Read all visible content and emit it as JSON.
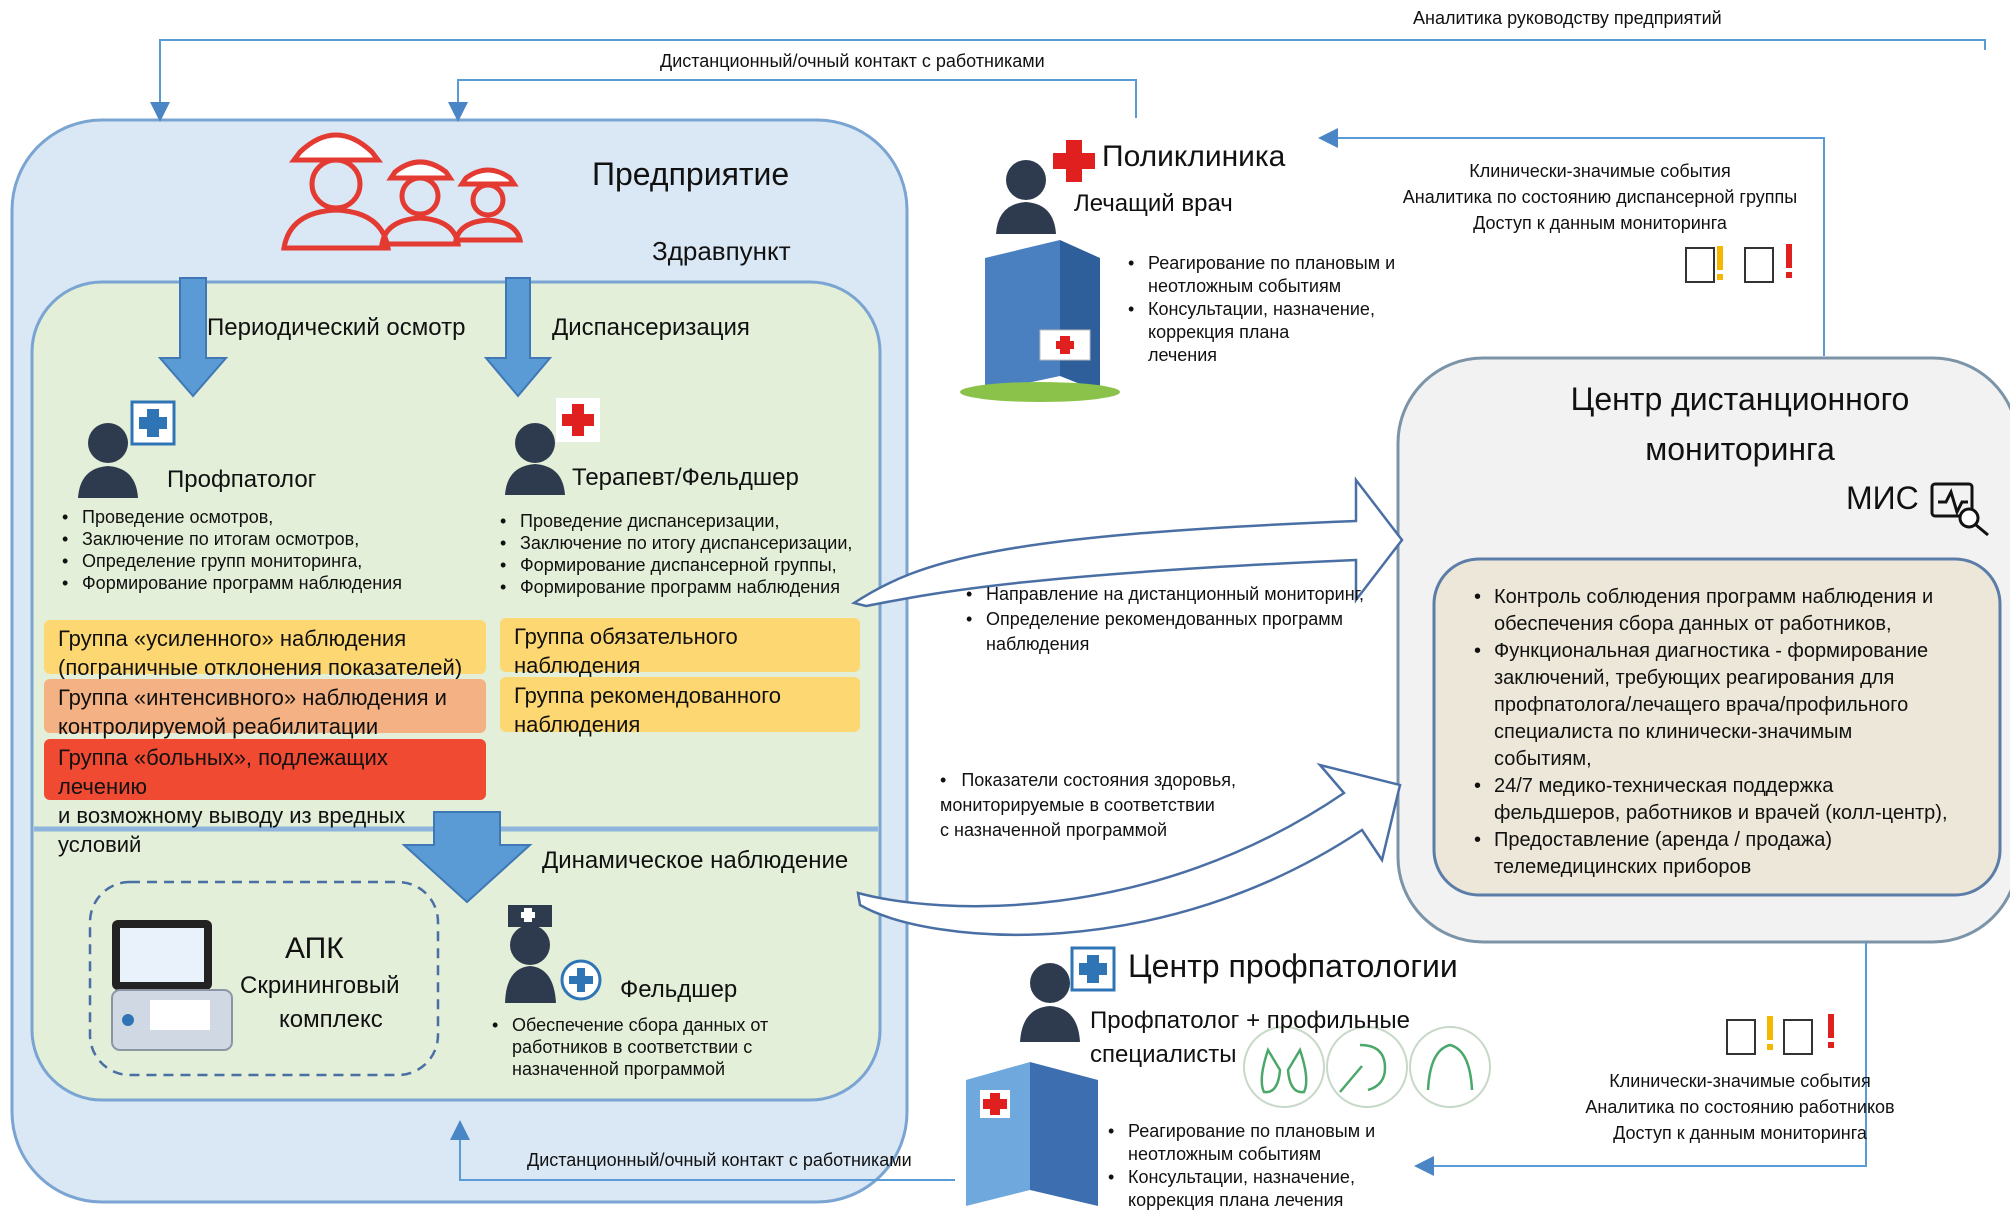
{
  "top_arrows": {
    "analytics_label": "Аналитика руководству предприятий",
    "contact_label_top": "Дистанционный/очный контакт с работниками",
    "contact_label_bottom": "Дистанционный/очный контакт с работниками"
  },
  "enterprise": {
    "title": "Предприятие",
    "subtitle": "Здравпункт",
    "arrow_left_label": "Периодический осмотр",
    "arrow_right_label": "Диспансеризация",
    "profpatolog": {
      "title": "Профпатолог",
      "bullets": [
        "Проведение осмотров,",
        "Заключение по итогам осмотров,",
        "Определение групп мониторинга,",
        "Формирование программ наблюдения"
      ]
    },
    "therapist": {
      "title": "Терапевт/Фельдшер",
      "bullets": [
        "Проведение диспансеризации,",
        "Заключение по итогу диспансеризации,",
        "Формирование диспансерной группы,",
        "Формирование программ наблюдения"
      ]
    },
    "groups_left": [
      {
        "line1": "Группа «усиленного» наблюдения",
        "line2": "(пограничные отклонения показателей)",
        "color": "#fdd772"
      },
      {
        "line1": "Группа «интенсивного» наблюдения и",
        "line2": "контролируемой реабилитации",
        "color": "#f4b183"
      },
      {
        "line1": "Группа «больных», подлежащих лечению",
        "line2": "и возможному выводу из вредных условий",
        "color": "#f04a33"
      }
    ],
    "groups_right": [
      {
        "line1": "Группа обязательного",
        "line2": "наблюдения",
        "color": "#fdd772"
      },
      {
        "line1": "Группа рекомендованного",
        "line2": "наблюдения",
        "color": "#fdd772"
      }
    ],
    "dynamic_label": "Динамическое наблюдение",
    "apk": {
      "title": "АПК",
      "line1": "Скрининговый",
      "line2": "комплекс"
    },
    "feldsher": {
      "title": "Фельдшер",
      "bullet_lines": [
        "Обеспечение сбора данных от",
        "работников в соответствии с",
        "назначенной программой"
      ]
    }
  },
  "polyclinic": {
    "title": "Поликлиника",
    "doctor": "Лечащий врач",
    "bullets": [
      [
        "Реагирование по плановым и",
        "неотложным событиям"
      ],
      [
        "Консультации, назначение,",
        "коррекция плана",
        "лечения"
      ]
    ],
    "right_lines": [
      "Клинически-значимые события",
      "Аналитика по состоянию диспансерной группы",
      "Доступ  к данным мониторинга"
    ]
  },
  "monitoring_center": {
    "title_line1": "Центр дистанционного",
    "title_line2": "мониторинга",
    "mis_label": "МИС",
    "items": [
      [
        "Контроль соблюдения программ наблюдения и",
        "обеспечения сбора данных от работников,"
      ],
      [
        "Функциональная диагностика - формирование",
        "заключений, требующих реагирования для",
        "профпатолога/лечащего врача/профильного",
        "специалиста по клинически-значимым",
        "событиям,"
      ],
      [
        "24/7 медико-техническая поддержка",
        "фельдшеров, работников и врачей (колл-центр),"
      ],
      [
        "Предоставление (аренда / продажа)",
        "телемедицинских приборов"
      ]
    ]
  },
  "middle_arrows": {
    "upper_lines": [
      "Направление на дистанционный мониторинг,",
      "Определение рекомендованных программ",
      "наблюдения"
    ],
    "lower_lines": [
      "Показатели состояния здоровья,",
      "мониторируемые в соответствии",
      "с назначенной программой"
    ]
  },
  "profpathology_center": {
    "title": "Центр профпатологии",
    "subtitle_line1": "Профпатолог + профильные",
    "subtitle_line2": "специалисты",
    "bullets": [
      [
        "Реагирование по плановым и",
        "неотложным событиям"
      ],
      [
        "Консультации, назначение,",
        "коррекция плана лечения"
      ]
    ],
    "right_lines": [
      "Клинически-значимые события",
      "Аналитика по состоянию работников",
      "Доступ  к данным мониторинга"
    ]
  },
  "colors": {
    "enterprise_bg": "#dae7f5",
    "inner_bg": "#e3efd9",
    "blue_arrow": "#5b9bd5",
    "red": "#e02020",
    "monitor_bg": "#f2f2f2",
    "monitor_inner": "#ece7d8"
  }
}
